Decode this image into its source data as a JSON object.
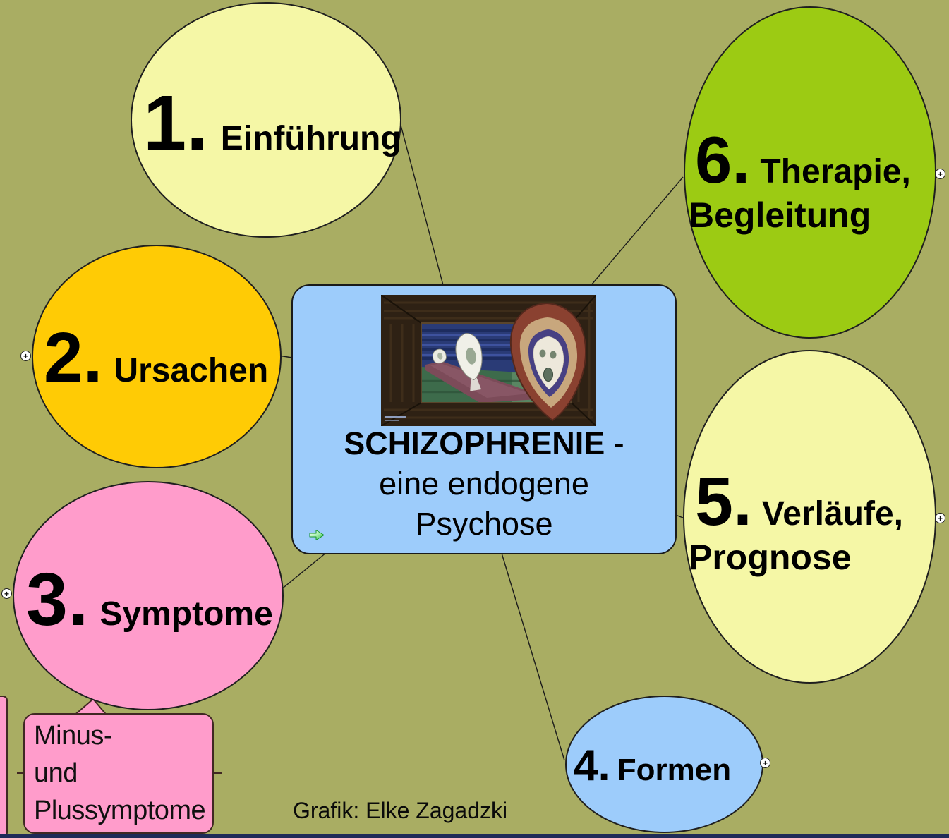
{
  "colors": {
    "background": "#A9AD63",
    "center_fill": "#9DCCFB",
    "pale_yellow": "#F5F7A6",
    "gold": "#FFCB05",
    "pink": "#FF9CCB",
    "light_blue": "#9DCCFB",
    "green": "#9CCB13",
    "outline": "#1f1f1f",
    "callout_border": "#402823",
    "bottom_bar": "#1F2B58"
  },
  "center": {
    "title_bold": "SCHIZOPHRENIE",
    "title_dash": " -",
    "line2": "eine endogene",
    "line3": "Psychose"
  },
  "topics": [
    {
      "number": "1.",
      "label": "Einführung"
    },
    {
      "number": "2.",
      "label": "Ursachen"
    },
    {
      "number": "3.",
      "label": "Symptome"
    },
    {
      "number": "4.",
      "label": "Formen"
    },
    {
      "number": "5.",
      "label": "Verläufe,",
      "label2": "Prognose"
    },
    {
      "number": "6.",
      "label": "Therapie,",
      "label2": "Begleitung"
    }
  ],
  "callout": {
    "line1": "Minus-",
    "line2": "und",
    "line3": "Plussymptome"
  },
  "credit": "Grafik: Elke Zagadzki",
  "ui": {
    "expander_glyph": "+"
  }
}
